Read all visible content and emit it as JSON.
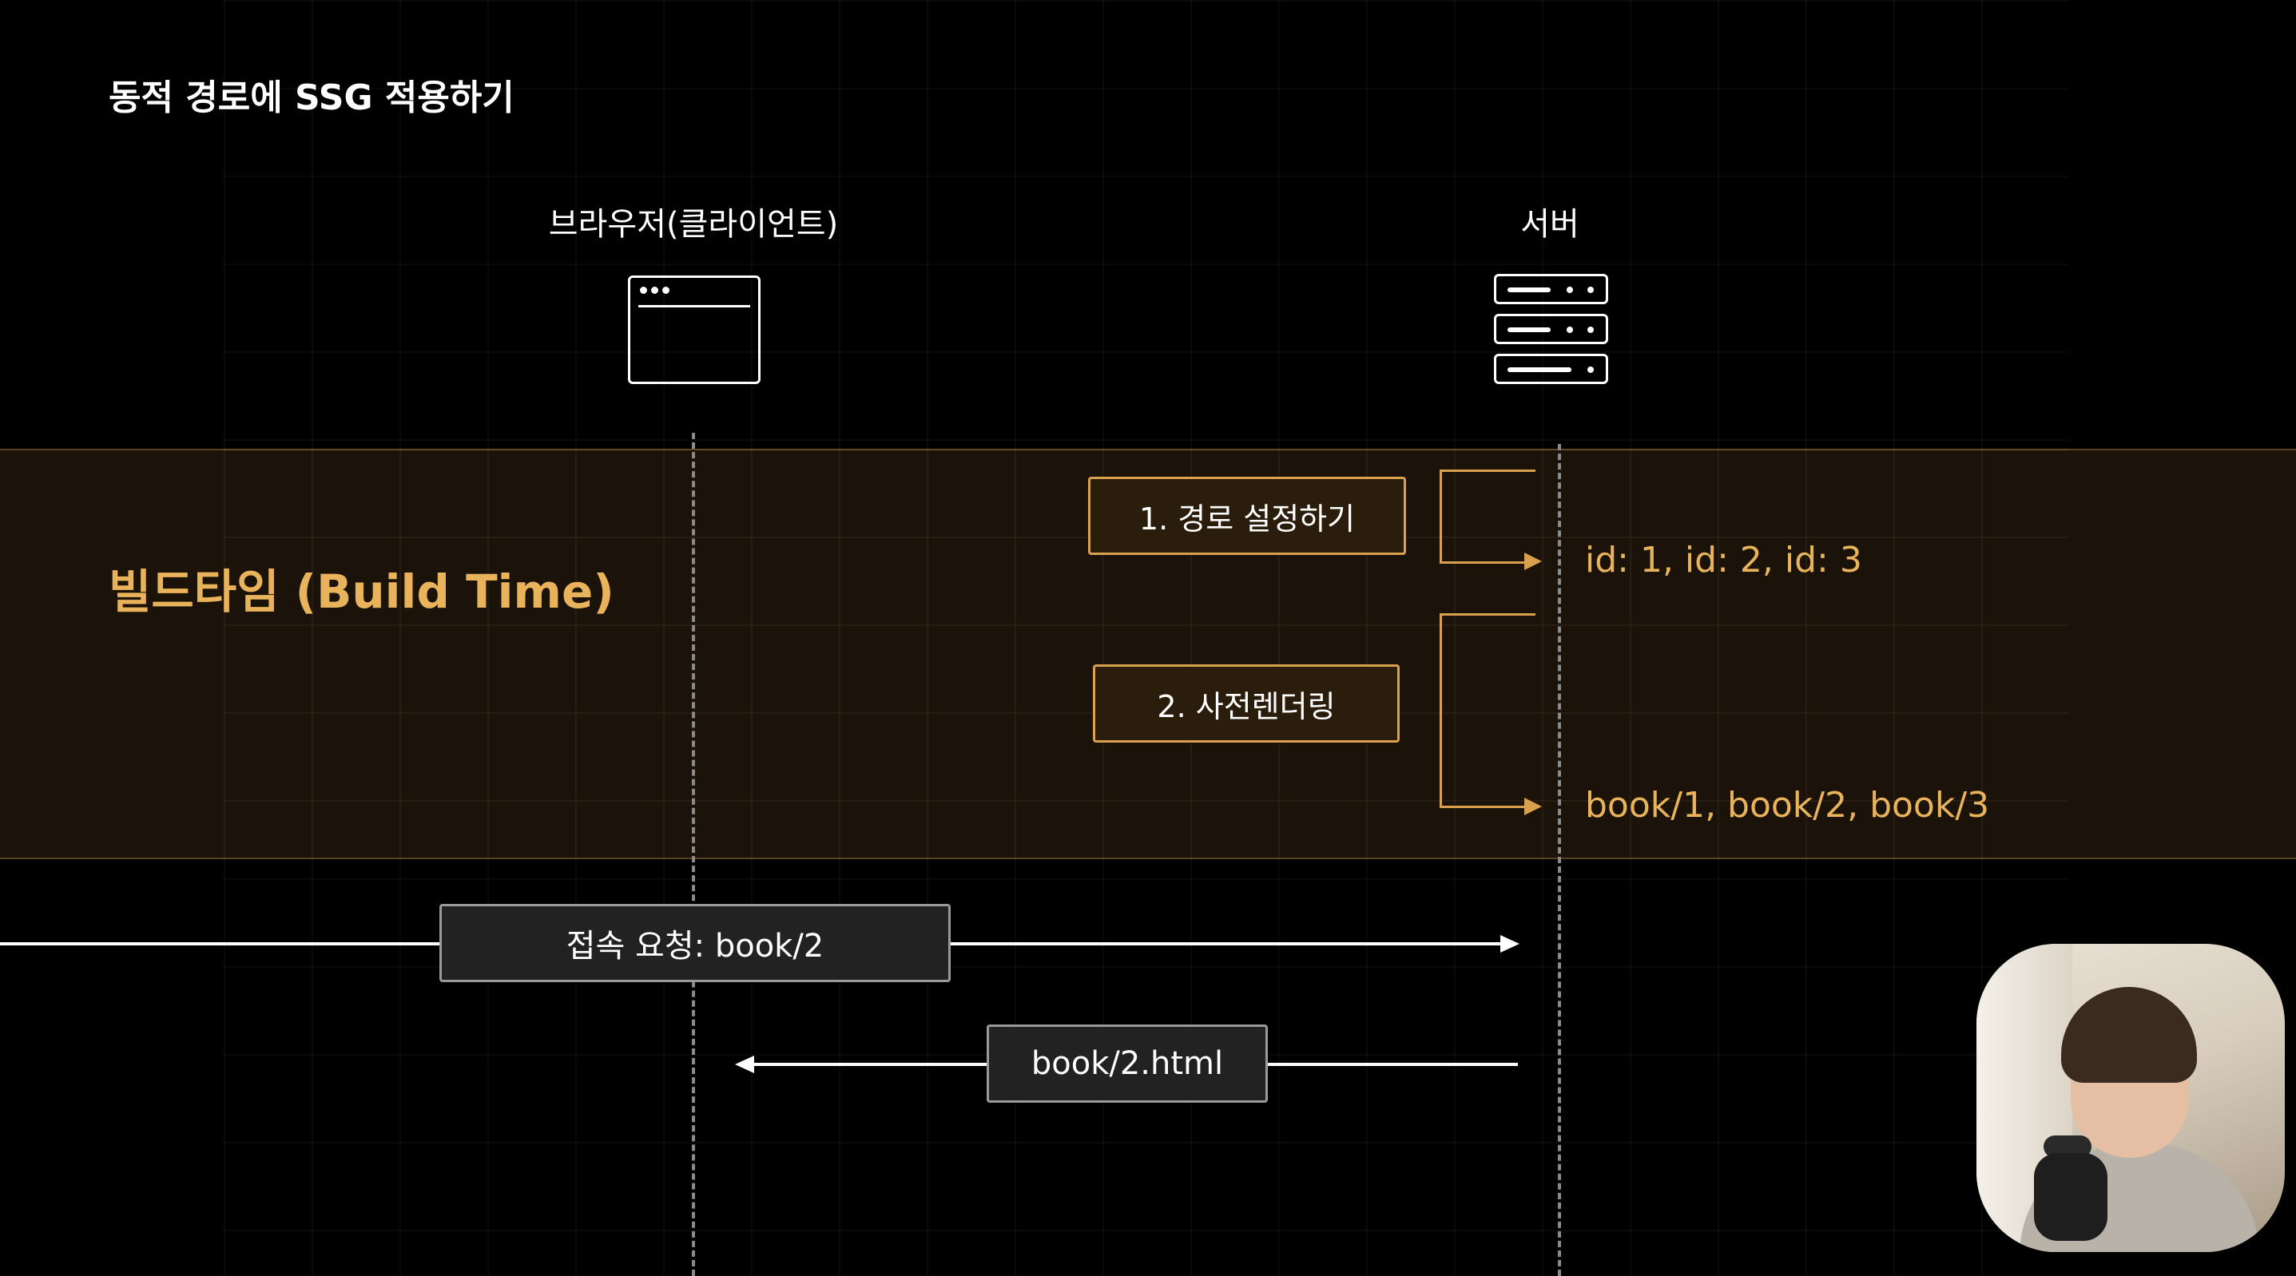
{
  "title": "동적 경로에 SSG 적용하기",
  "participants": {
    "client_label": "브라우저(클라이언트)",
    "server_label": "서버"
  },
  "build_phase": {
    "label": "빌드타임 (Build Time)",
    "step1": "1. 경로 설정하기",
    "step1_result": "id: 1, id: 2, id: 3",
    "step2": "2. 사전렌더링",
    "step2_result": "book/1, book/2, book/3"
  },
  "messages": {
    "request": "접속 요청:  book/2",
    "response": "book/2.html"
  },
  "colors": {
    "accent": "#e8b35a",
    "box_border": "#d9a14e",
    "band_bg": "#1b1309",
    "background": "#000000"
  },
  "icons": {
    "client": "browser-window-icon",
    "server": "server-rack-icon"
  }
}
